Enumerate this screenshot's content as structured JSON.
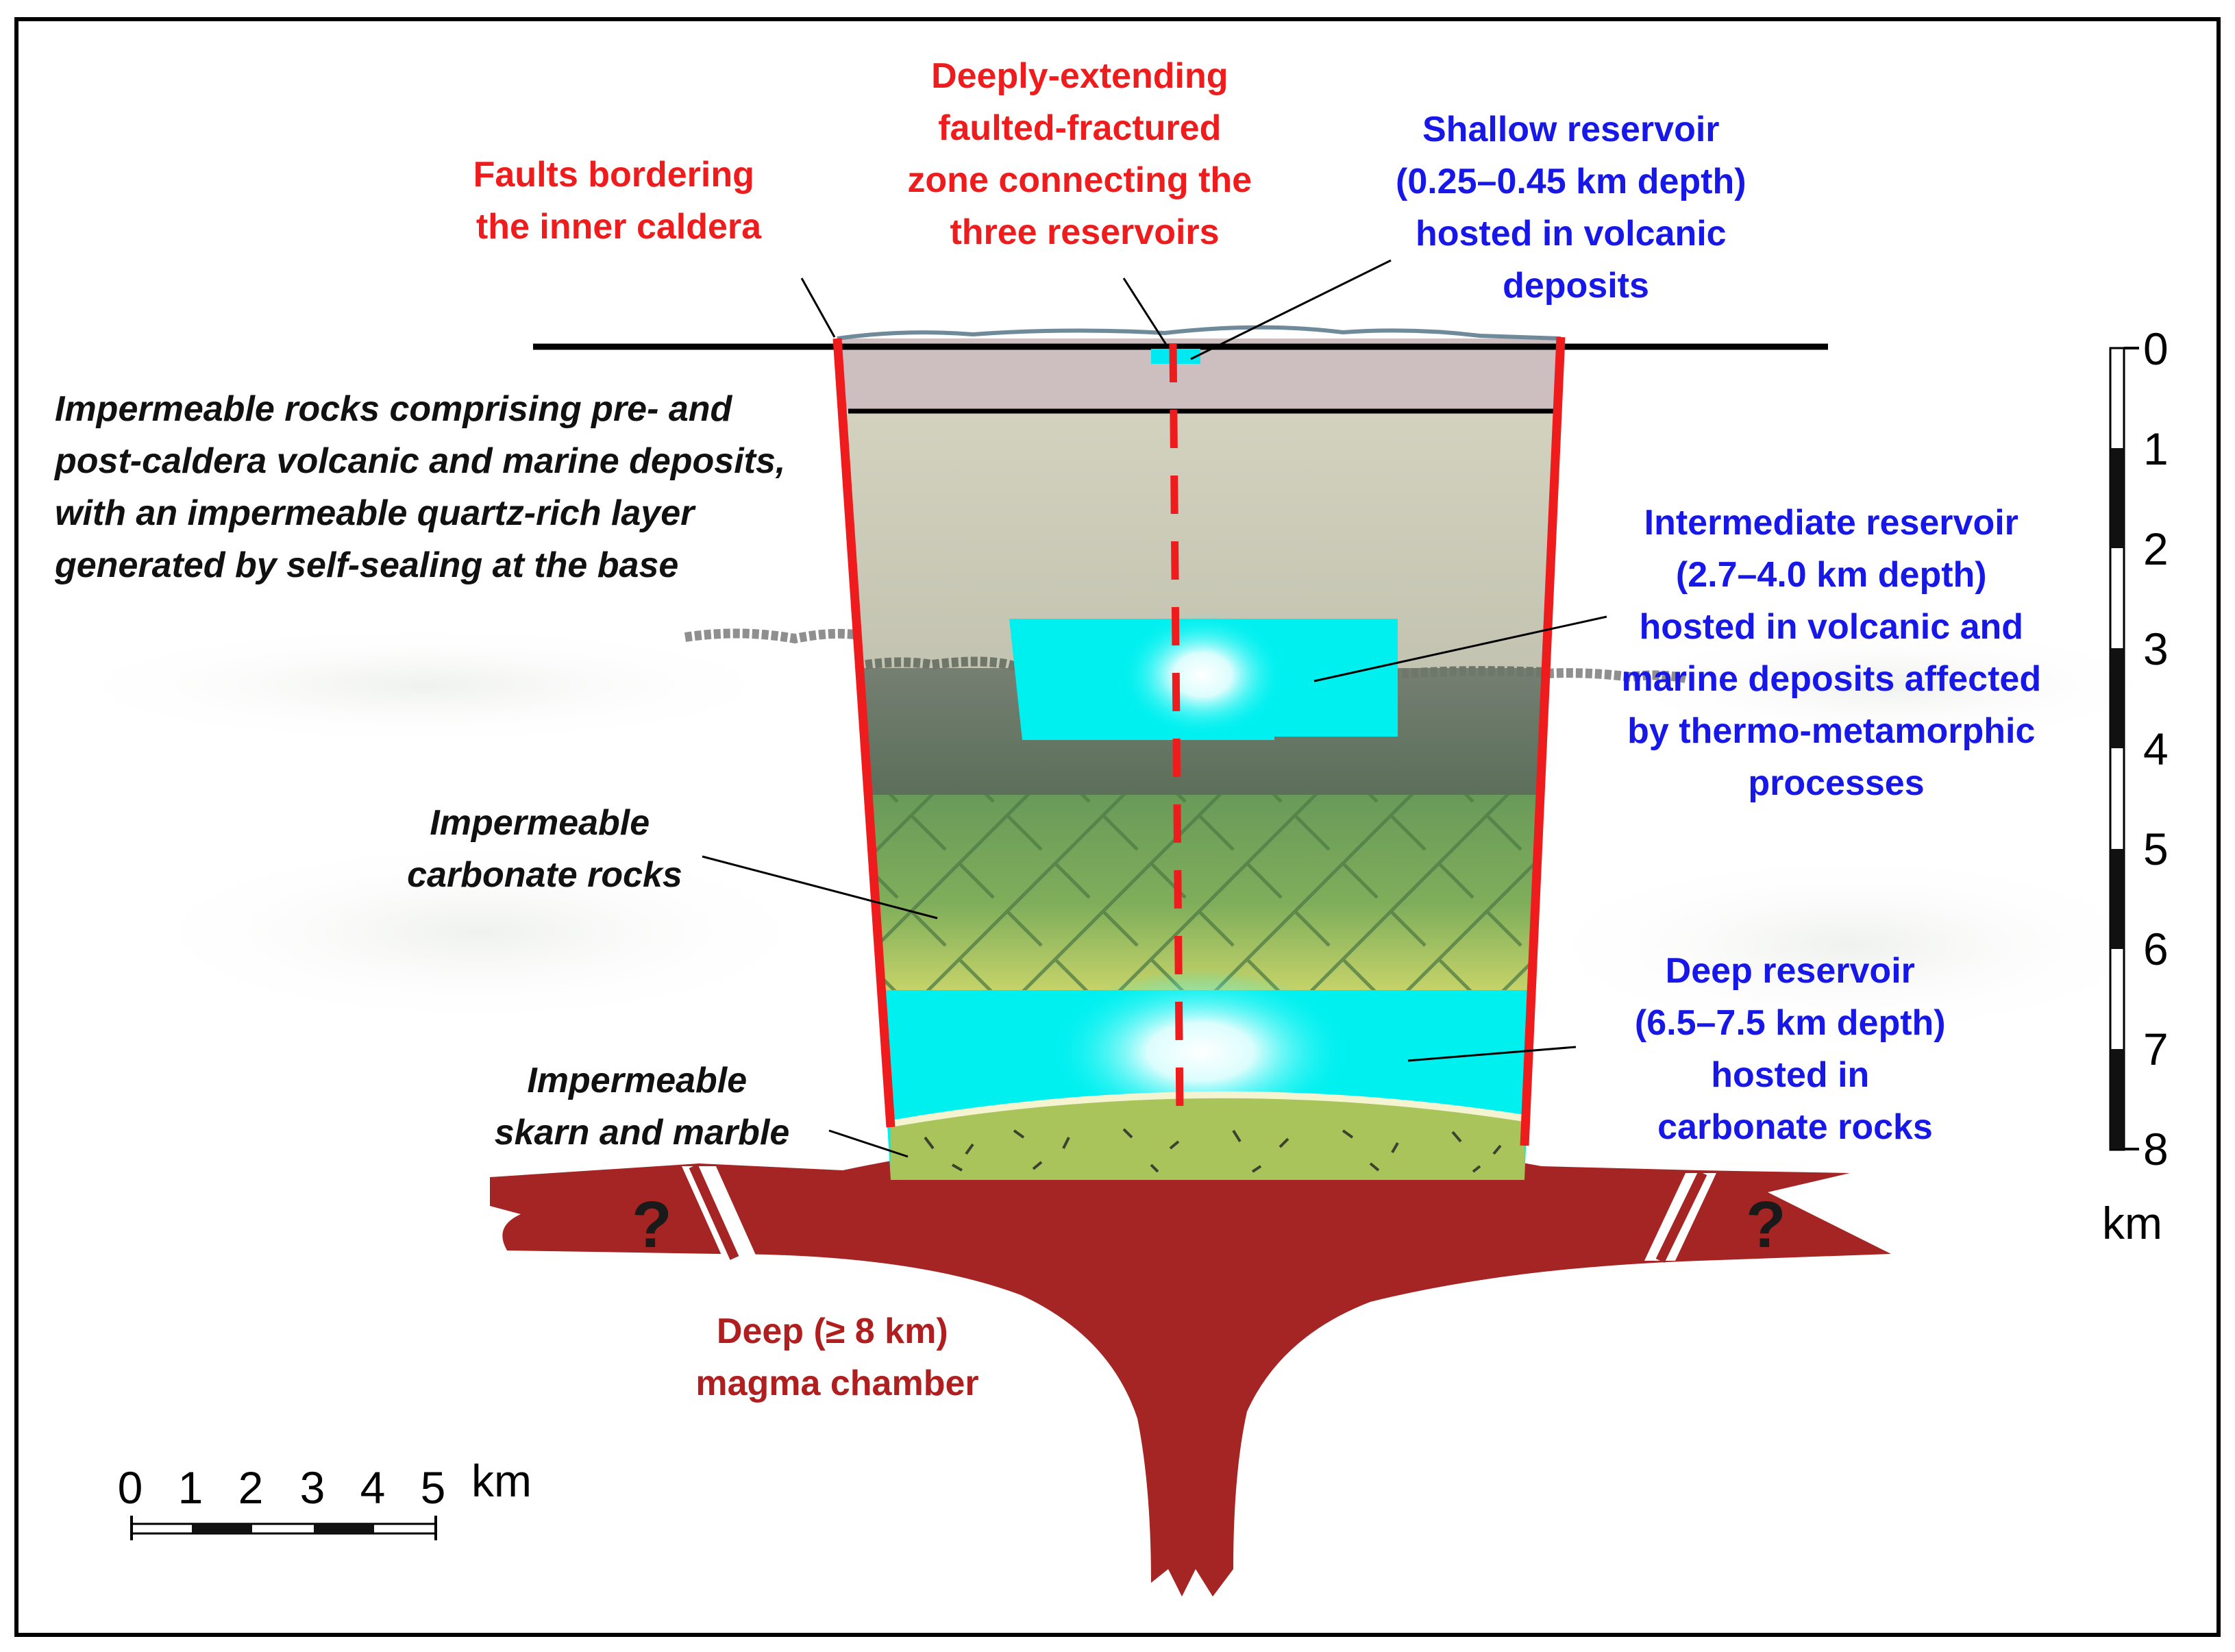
{
  "labels": {
    "faults": [
      "Faults bordering",
      "the inner caldera"
    ],
    "fractured_zone": [
      "Deeply-extending",
      "faulted-fractured",
      "zone connecting the",
      "three reservoirs"
    ],
    "shallow_reservoir": [
      "Shallow reservoir",
      "(0.25–0.45 km depth)",
      "hosted in volcanic",
      "deposits"
    ],
    "impermeable_rocks": [
      "Impermeable rocks comprising pre- and",
      "post-caldera volcanic and marine deposits,",
      "with an impermeable quartz-rich layer",
      "generated by self-sealing at the base"
    ],
    "intermediate_reservoir": [
      "Intermediate reservoir",
      "(2.7–4.0 km depth)",
      "hosted in volcanic and",
      "marine deposits affected",
      "by thermo-metamorphic",
      "processes"
    ],
    "carbonate": [
      "Impermeable",
      "carbonate rocks"
    ],
    "deep_reservoir": [
      "Deep reservoir",
      "(6.5–7.5 km depth)",
      "hosted in",
      "carbonate rocks"
    ],
    "skarn": [
      "Impermeable",
      "skarn and marble"
    ],
    "magma": [
      "Deep (≥ 8 km)",
      "magma chamber"
    ],
    "question_marks": [
      "?",
      "?"
    ]
  },
  "depth_scale": {
    "ticks": [
      "0",
      "1",
      "2",
      "3",
      "4",
      "5",
      "6",
      "7",
      "8"
    ],
    "unit": "km"
  },
  "horizontal_scale": {
    "ticks": [
      "0",
      "1",
      "2",
      "3",
      "4",
      "5"
    ],
    "unit": "km"
  },
  "colors": {
    "fault": "#ee1c1c",
    "reservoir": "#00f0f0",
    "magma": "#a52424",
    "red_text": "#ee1c1c",
    "blue_text": "#1717e8"
  }
}
